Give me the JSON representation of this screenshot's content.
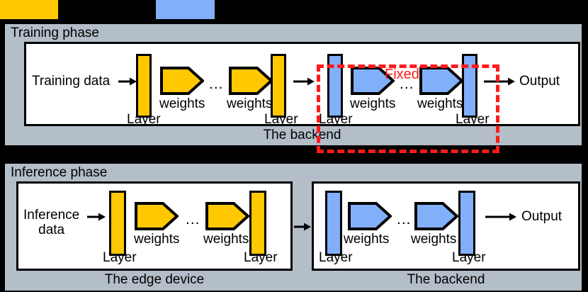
{
  "legend": {
    "swatches": [
      {
        "name": "trainable-yellow",
        "color": "#ffc800"
      },
      {
        "name": "fixed-blue",
        "color": "#82aff9"
      }
    ]
  },
  "colors": {
    "yellow": "#ffc800",
    "blue": "#82aff9",
    "panel_gray": "#b4bec9",
    "red": "#ff1a1a",
    "black": "#000000",
    "white": "#ffffff"
  },
  "training_phase": {
    "title": "Training phase",
    "caption": "The backend",
    "input_label": "Training data",
    "output_label": "Output",
    "fixed_label": "Fixed",
    "yellow_stage": {
      "first_layer_label": "Layer",
      "first_weights_label": "weights",
      "ellipsis": "...",
      "second_weights_label": "weights",
      "last_layer_label": "Layer"
    },
    "blue_stage": {
      "first_layer_label": "Layer",
      "first_weights_label": "weights",
      "ellipsis": "...",
      "second_weights_label": "weights",
      "last_layer_label": "Layer"
    }
  },
  "inference_phase": {
    "title": "Inference phase",
    "edge_caption": "The edge device",
    "backend_caption": "The backend",
    "input_label_line1": "Inference",
    "input_label_line2": "data",
    "output_label": "Output",
    "yellow_stage": {
      "first_layer_label": "Layer",
      "first_weights_label": "weights",
      "ellipsis": "...",
      "second_weights_label": "weights",
      "last_layer_label": "Layer"
    },
    "blue_stage": {
      "first_layer_label": "Layer",
      "first_weights_label": "weights",
      "ellipsis": "...",
      "second_weights_label": "weights",
      "last_layer_label": "Layer"
    }
  }
}
